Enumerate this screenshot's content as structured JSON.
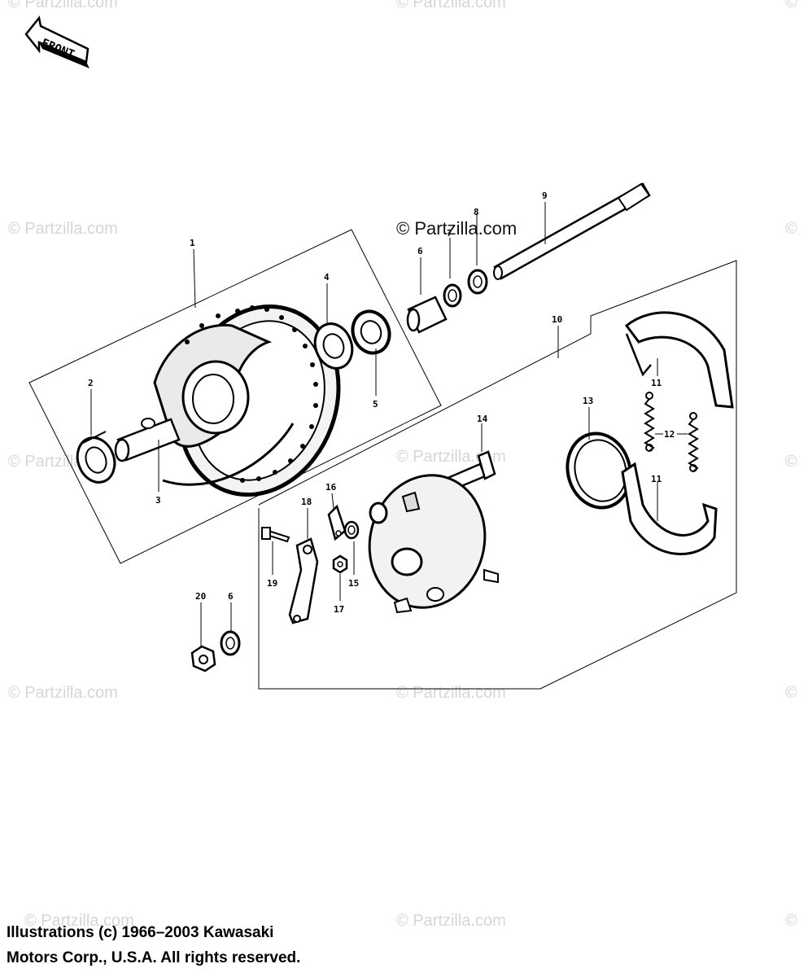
{
  "watermark": "© Partzilla.com",
  "watermark_main": "© Partzilla.com",
  "front_label": "FRONT",
  "callouts": {
    "c1": "1",
    "c2": "2",
    "c3": "3",
    "c4": "4",
    "c5": "5",
    "c6a": "6",
    "c6b": "6",
    "c7": "7",
    "c8": "8",
    "c9": "9",
    "c10": "10",
    "c11a": "11",
    "c11b": "11",
    "c12": "12",
    "c13": "13",
    "c14": "14",
    "c15": "15",
    "c16": "16",
    "c17": "17",
    "c18": "18",
    "c19": "19",
    "c20": "20"
  },
  "copyright": {
    "line1": "Illustrations (c) 1966–2003 Kawasaki",
    "line2": "Motors Corp., U.S.A.  All rights reserved."
  }
}
